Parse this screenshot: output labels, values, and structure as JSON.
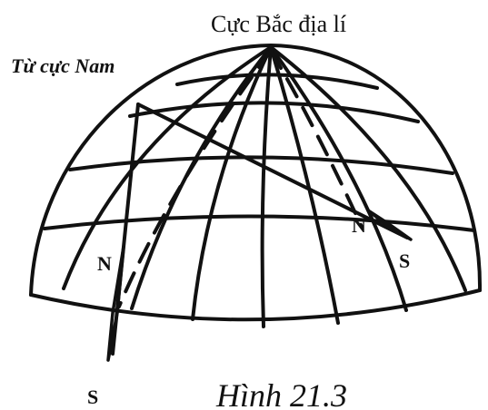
{
  "labels": {
    "geographic_north_pole": "Cực Bắc địa lí",
    "magnetic_from_south": "Từ cực Nam",
    "compass_left_north": "N",
    "compass_left_south": "S",
    "compass_right_north": "N",
    "compass_right_south": "S",
    "caption": "Hình 21.3"
  },
  "colors": {
    "ink": "#111111",
    "background": "#ffffff"
  }
}
